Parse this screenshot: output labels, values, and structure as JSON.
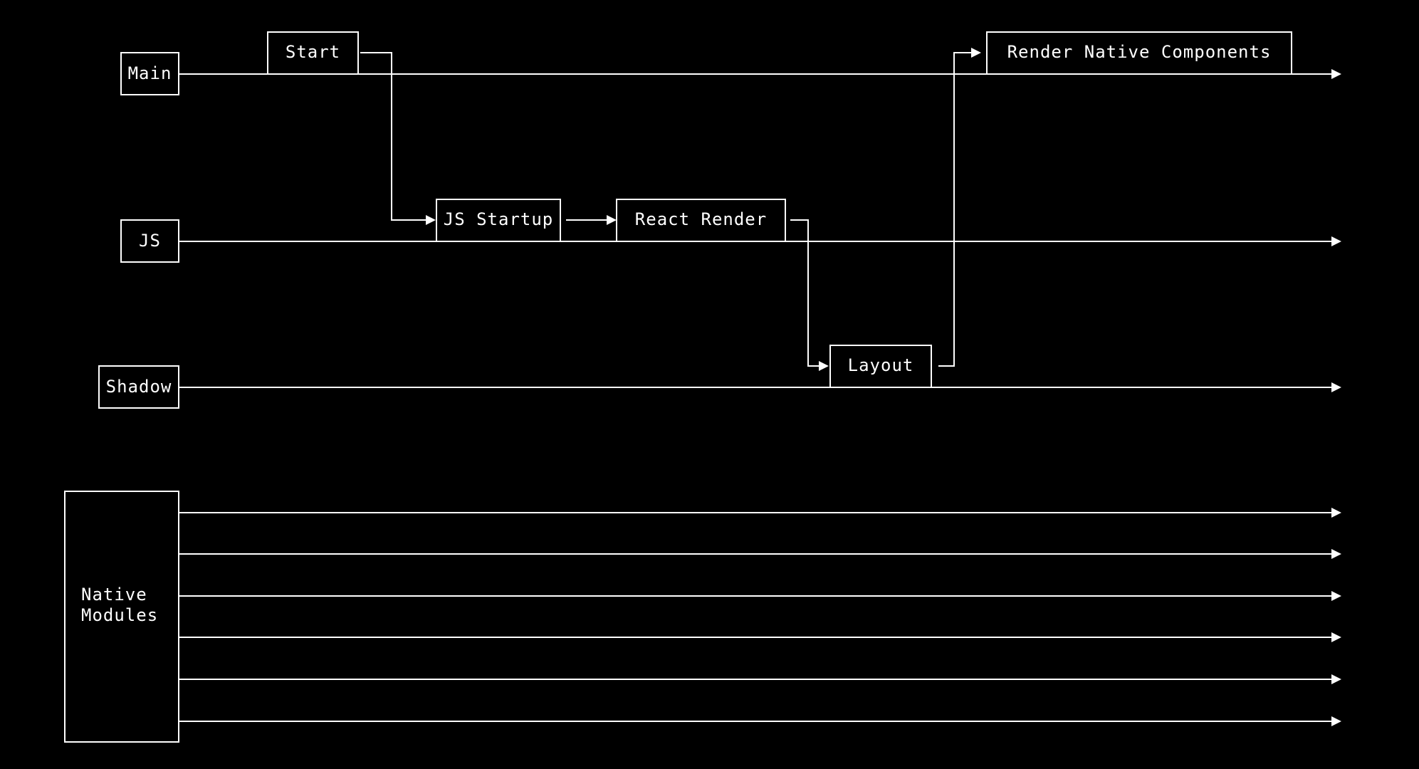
{
  "colors": {
    "background": "#000000",
    "foreground": "#ffffff"
  },
  "lanes": {
    "main": "Main",
    "js": "JS",
    "shadow": "Shadow",
    "native_modules": [
      "Native",
      "Modules"
    ]
  },
  "steps": {
    "start": "Start",
    "js_startup": "JS Startup",
    "react_render": "React Render",
    "layout": "Layout",
    "render_native": "Render Native Components"
  },
  "native_module_thread_count": 6
}
